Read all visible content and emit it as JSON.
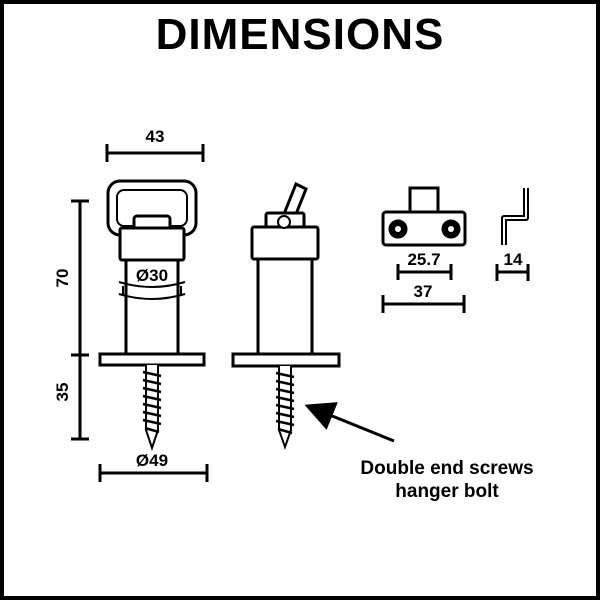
{
  "title": "DIMENSIONS",
  "dimensions": {
    "top_width": "43",
    "height_upper": "70",
    "height_lower": "35",
    "neck_diameter": "Ø30",
    "base_diameter": "Ø49",
    "plate_inner": "25.7",
    "plate_outer": "37",
    "bracket_width": "14"
  },
  "callout": {
    "line1": "Double end screws",
    "line2": "hanger bolt"
  }
}
